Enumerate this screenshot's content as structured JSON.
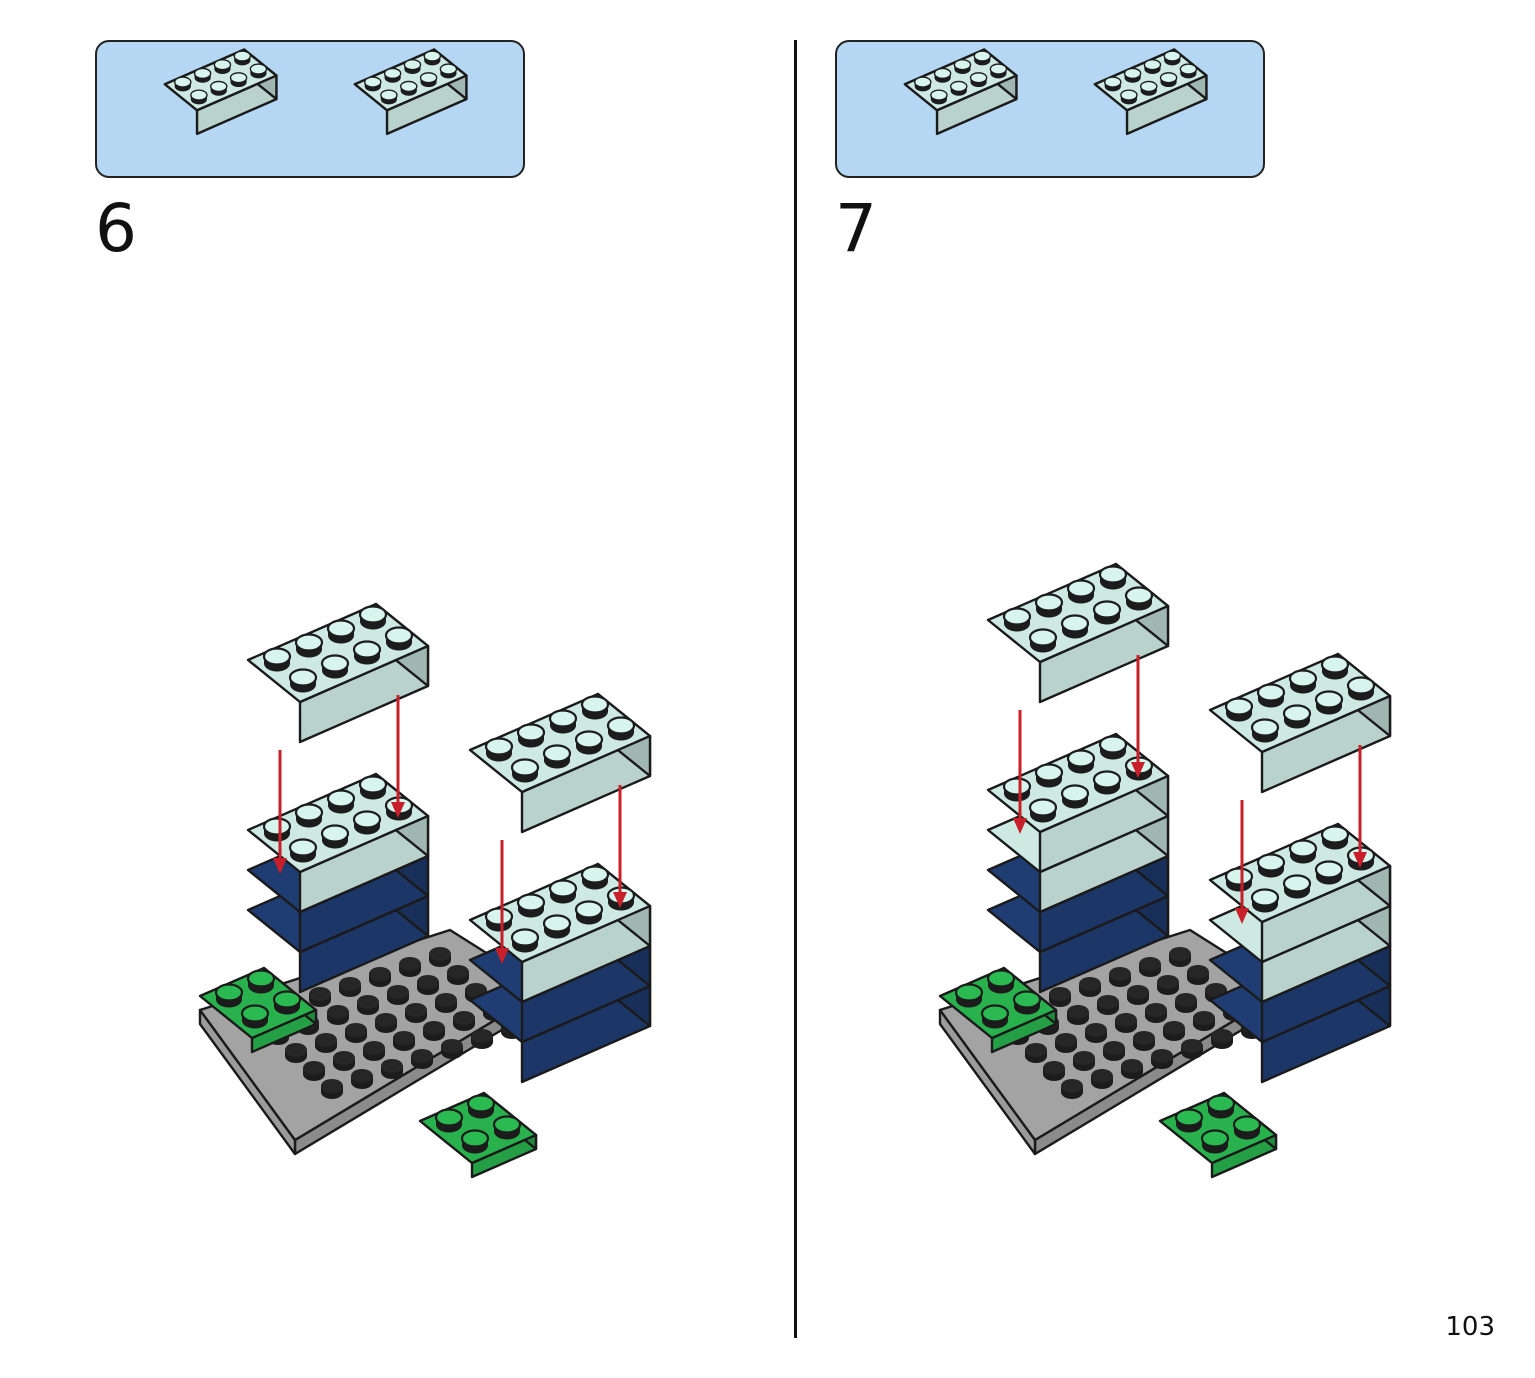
{
  "steps": [
    {
      "number": "6",
      "parts": [
        {
          "icon": "light-aqua-2x4-brick-icon",
          "color": "#cde9e2"
        },
        {
          "icon": "light-aqua-2x4-brick-icon",
          "color": "#cde9e2"
        }
      ]
    },
    {
      "number": "7",
      "parts": [
        {
          "icon": "light-aqua-2x4-brick-icon",
          "color": "#cde9e2"
        },
        {
          "icon": "light-aqua-2x4-brick-icon",
          "color": "#cde9e2"
        }
      ]
    }
  ],
  "page_number": "103",
  "colors": {
    "parts_box": "#b5d7f4",
    "light_aqua": "#cde9e2",
    "dark_blue": "#1f3d72",
    "green": "#29b14d",
    "gray_plate": "#a3a3a3",
    "arrow": "#c8202a"
  }
}
